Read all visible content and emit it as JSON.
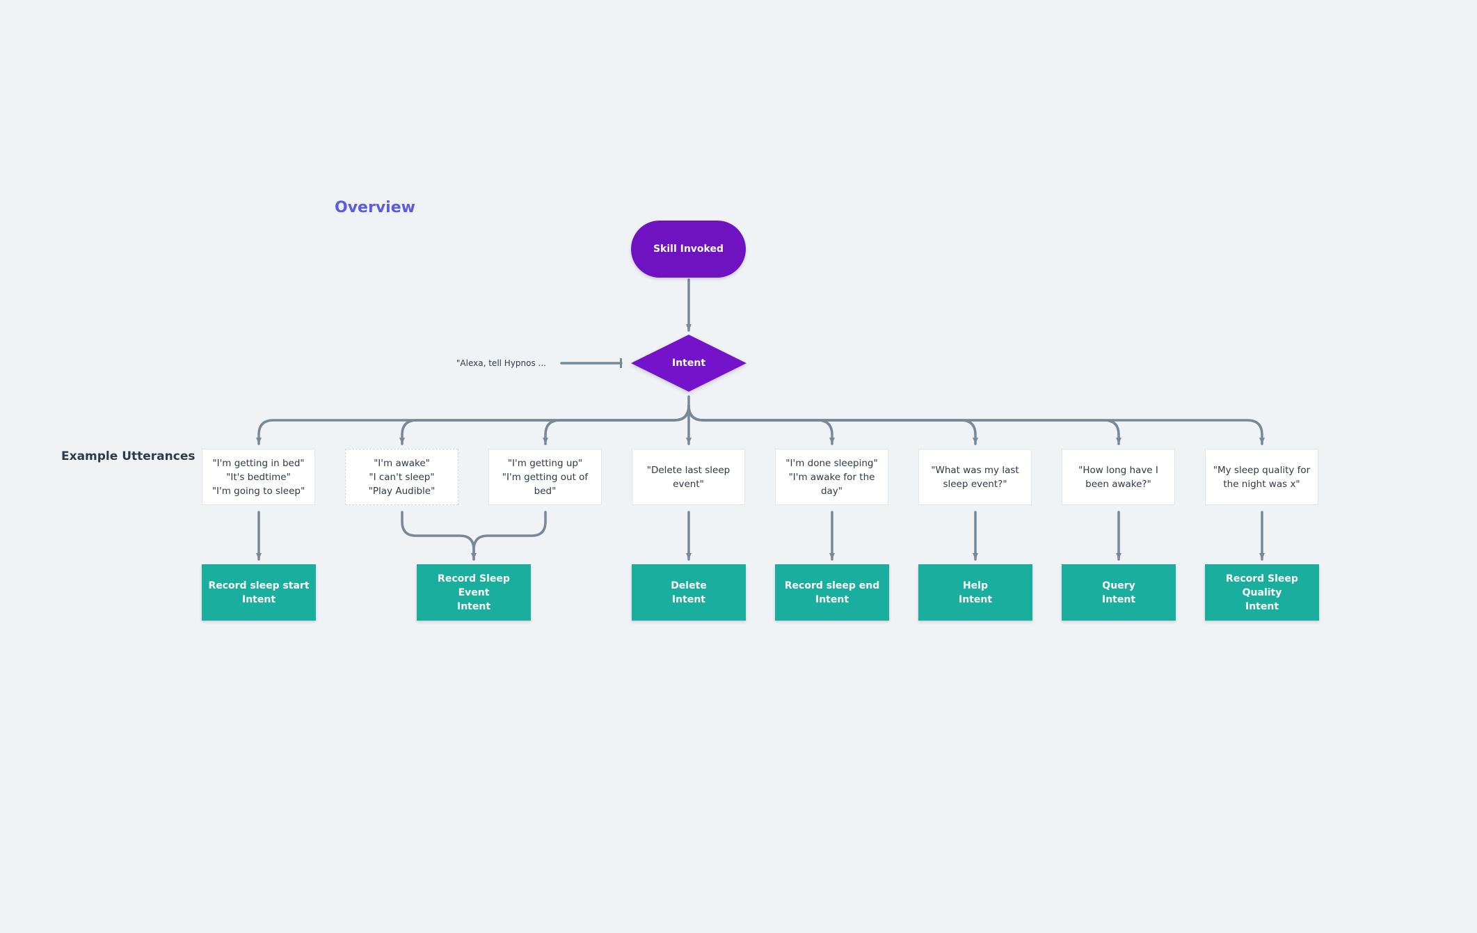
{
  "title": "Overview",
  "side_label": "Example Utterances",
  "start_node": "Skill Invoked",
  "decision": "Intent",
  "invocation": "\"Alexa, tell Hypnos ...",
  "utterances": [
    "\"I'm getting in bed\"\n\"It's bedtime\"\n\"I'm going to sleep\"",
    "\"I'm awake\"\n\"I can't sleep\"\n\"Play Audible\"",
    "\"I'm getting up\"\n\"I'm getting out of bed\"",
    "\"Delete last sleep event\"",
    "\"I'm done sleeping\"\n\"I'm awake for the day\"",
    "\"What was my last sleep event?\"",
    "\"How long have I been awake?\"",
    "\"My sleep quality for the night was x\""
  ],
  "intents": [
    "Record sleep start\nIntent",
    "Record Sleep Event\nIntent",
    "Delete\nIntent",
    "Record sleep end\nIntent",
    "Help\nIntent",
    "Query\nIntent",
    "Record Sleep Quality\nIntent"
  ],
  "colors": {
    "background": "#eff3f6",
    "title": "#5b5ce0",
    "start_node": "#6f12c2",
    "decision": "#7413c9",
    "intent": "#1aae9f",
    "connector": "#788896"
  }
}
